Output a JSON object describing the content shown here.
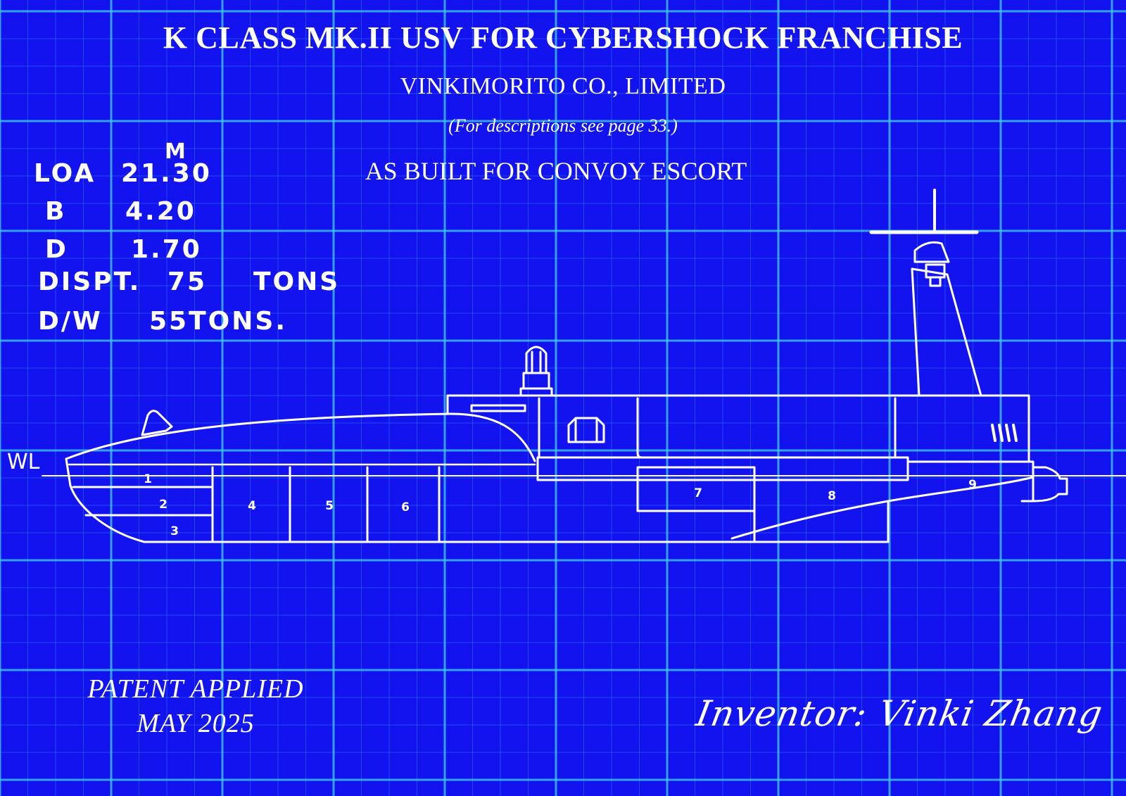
{
  "header": {
    "title": "K CLASS MK.II USV FOR CYBERSHOCK FRANCHISE",
    "company": "VINKIMORITO CO., LIMITED",
    "reference": "(For descriptions see page 33.)",
    "purpose": "AS BUILT FOR CONVOY ESCORT"
  },
  "specs": {
    "unit": "M",
    "rows": [
      {
        "label": "LOA",
        "value": "21.30"
      },
      {
        "label": "B",
        "value": "4.20"
      },
      {
        "label": "D",
        "value": "1.70"
      },
      {
        "label": "DISPT.",
        "value": "75",
        "unit": "TONS"
      },
      {
        "label": "D/W",
        "value": "55TONS."
      }
    ]
  },
  "diagram": {
    "waterline_label": "WL",
    "compartments": [
      "1",
      "2",
      "3",
      "4",
      "5",
      "6",
      "7",
      "8",
      "9"
    ]
  },
  "footer": {
    "patent_line1": "PATENT APPLIED",
    "patent_line2": "MAY 2025",
    "inventor": "Inventor: Vinki Zhang"
  },
  "colors": {
    "background": "#1313f0",
    "grid": "#3fd0e8",
    "lines": "#ffffff"
  }
}
